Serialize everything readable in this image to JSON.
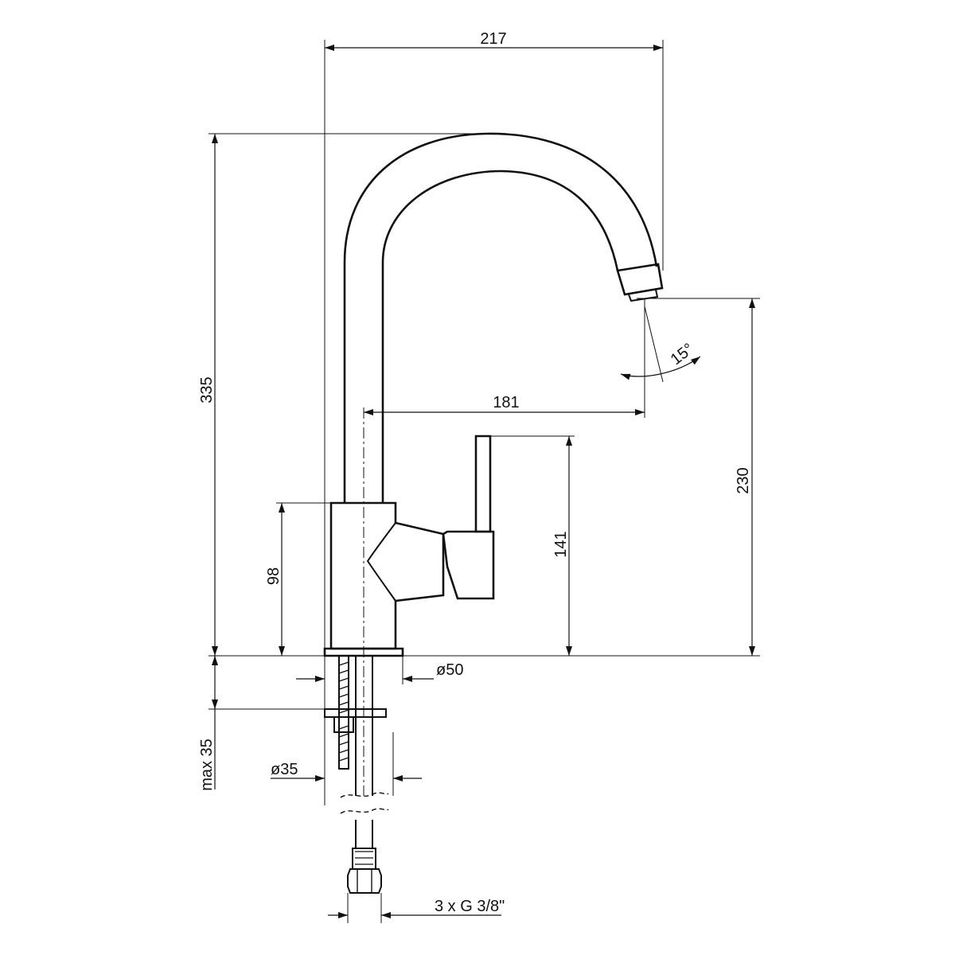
{
  "drawing": {
    "subject": "faucet technical drawing",
    "line_color": "#111111",
    "background": "#ffffff"
  },
  "dimensions": {
    "total_width": "217",
    "total_height": "335",
    "spout_reach": "181",
    "spout_height": "230",
    "lever_height": "141",
    "body_height": "98",
    "spray_angle": "15°",
    "base_diameter": "ø50",
    "mount_hole_diameter": "ø35",
    "max_countertop": "max 35",
    "connection_thread": "3 x G 3/8\""
  }
}
